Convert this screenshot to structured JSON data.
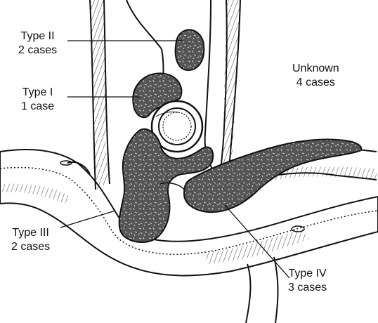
{
  "colors": {
    "ink": "#111111",
    "tumor_fill": "#555555",
    "background": "#ffffff"
  },
  "labels": {
    "type_ii": {
      "type": "Type II",
      "count": "2 cases"
    },
    "type_i": {
      "type": "Type I",
      "count": "1 case"
    },
    "unknown": {
      "type": "Unknown",
      "count": "4 cases"
    },
    "type_iii": {
      "type": "Type III",
      "count": "2 cases"
    },
    "type_iv": {
      "type": "Type IV",
      "count": "3 cases"
    }
  }
}
